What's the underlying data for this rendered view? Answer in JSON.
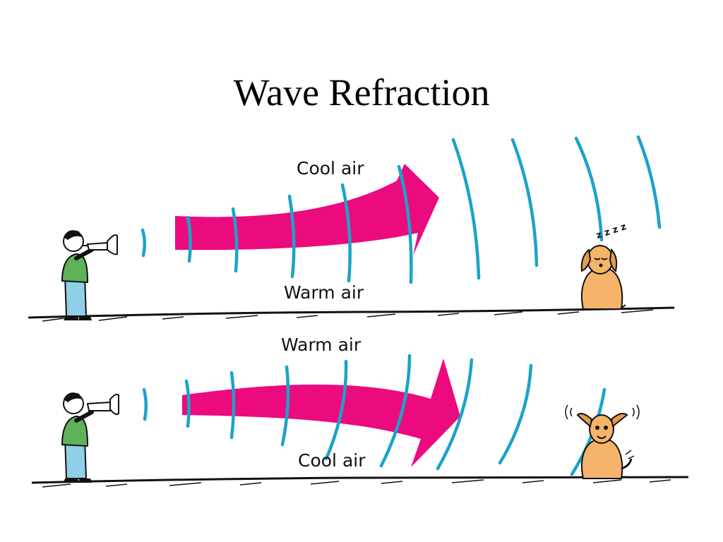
{
  "title": "Wave Refraction",
  "colors": {
    "arrow": "#ec0a7f",
    "wave": "#1ba3c9",
    "shirt": "#5db25a",
    "pants": "#8fd0e8",
    "dog": "#f5b46a"
  },
  "top_panel": {
    "upper_label": "Cool air",
    "lower_label": "Warm air",
    "dog_sound": "z z z z"
  },
  "bottom_panel": {
    "upper_label": "Warm air",
    "lower_label": "Cool air"
  },
  "icons": [
    "trumpet-player-icon",
    "sleeping-dog-icon",
    "alert-dog-icon"
  ]
}
